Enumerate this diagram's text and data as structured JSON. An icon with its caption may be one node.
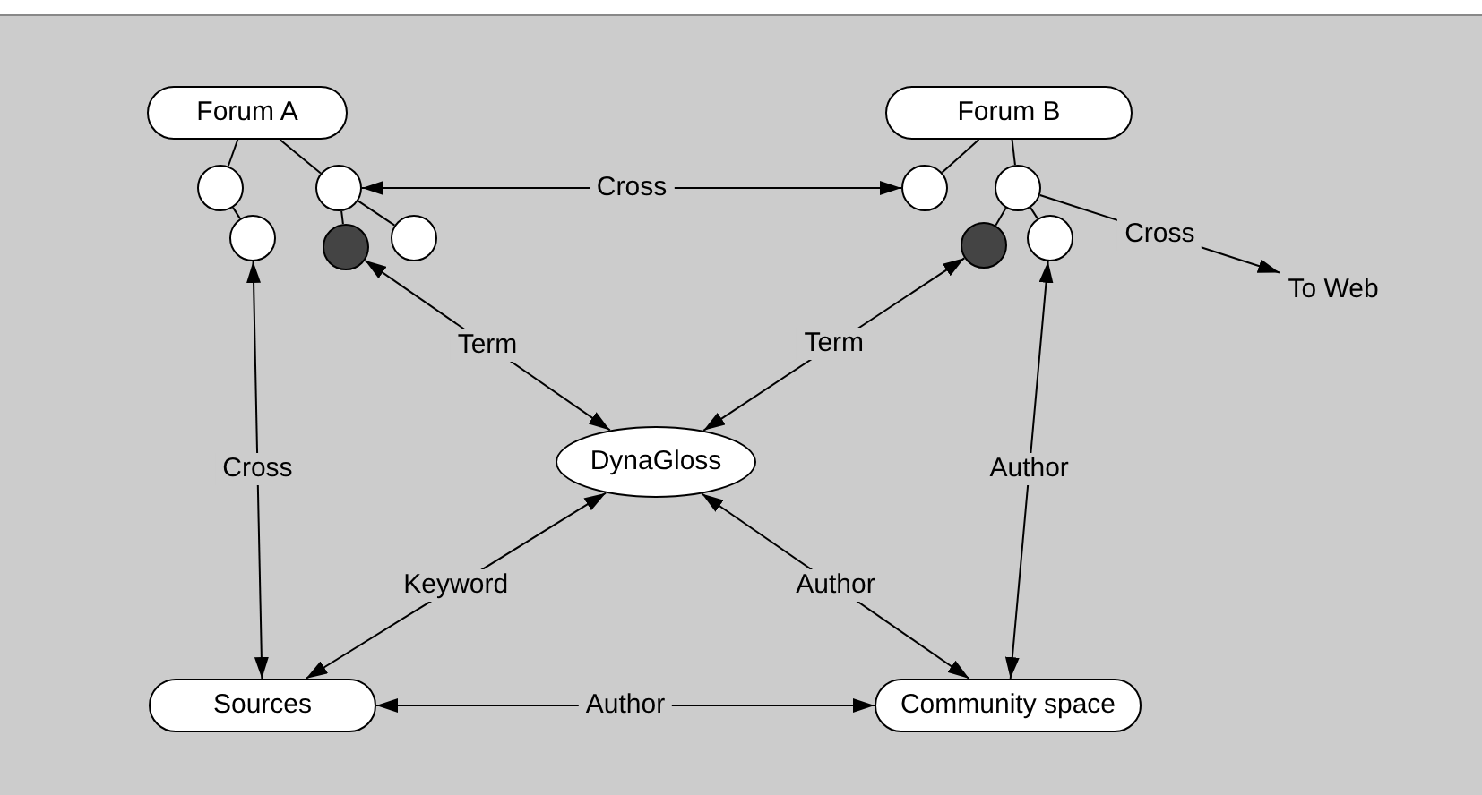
{
  "diagram": {
    "nodes": [
      {
        "text": [
          "Forum A"
        ]
      },
      {
        "text": [
          "Forum B"
        ]
      },
      {
        "text": [],
        "shape": "circle"
      },
      {
        "text": [],
        "shape": "circle"
      },
      {
        "text": [],
        "shape": "circle"
      },
      {
        "text": [],
        "shape": "circle"
      },
      {
        "text": [],
        "shape": "circle"
      },
      {
        "text": [],
        "shape": "circle"
      },
      {
        "text": [],
        "shape": "circle"
      },
      {
        "text": [],
        "shape": "circle"
      },
      {
        "text": [],
        "shape": "circle"
      },
      {
        "text": [
          "To Web"
        ]
      },
      {
        "text": [
          "DynaGloss"
        ]
      },
      {
        "text": [
          "Sources"
        ]
      },
      {
        "text": [
          "Community space"
        ]
      }
    ],
    "edges": [
      {
        "from": 0,
        "to": 2,
        "arrow": "none"
      },
      {
        "from": 0,
        "to": 3,
        "arrow": "none"
      },
      {
        "from": 2,
        "to": 4,
        "arrow": "none"
      },
      {
        "from": 3,
        "to": 5,
        "arrow": "none"
      },
      {
        "from": 3,
        "to": 6,
        "arrow": "none"
      },
      {
        "from": 1,
        "to": 7,
        "arrow": "none"
      },
      {
        "from": 1,
        "to": 8,
        "arrow": "none"
      },
      {
        "from": 8,
        "to": 9,
        "arrow": "none"
      },
      {
        "from": 8,
        "to": 10,
        "arrow": "none"
      },
      {
        "from": 3,
        "to": 7,
        "arrow": "both",
        "label": "Cross"
      },
      {
        "from": 8,
        "to": 11,
        "arrow": "to",
        "label": "Cross"
      },
      {
        "from": 4,
        "to": 13,
        "arrow": "both",
        "label": "Cross"
      },
      {
        "from": 5,
        "to": 12,
        "arrow": "both",
        "label": "Term"
      },
      {
        "from": 9,
        "to": 12,
        "arrow": "both",
        "label": "Term"
      },
      {
        "from": 10,
        "to": 14,
        "arrow": "both",
        "label": "Author"
      },
      {
        "from": 12,
        "to": 13,
        "arrow": "both",
        "label": "Keyword"
      },
      {
        "from": 12,
        "to": 14,
        "arrow": "both",
        "label": "Author"
      },
      {
        "from": 13,
        "to": 14,
        "arrow": "both",
        "label": "Author"
      }
    ]
  }
}
